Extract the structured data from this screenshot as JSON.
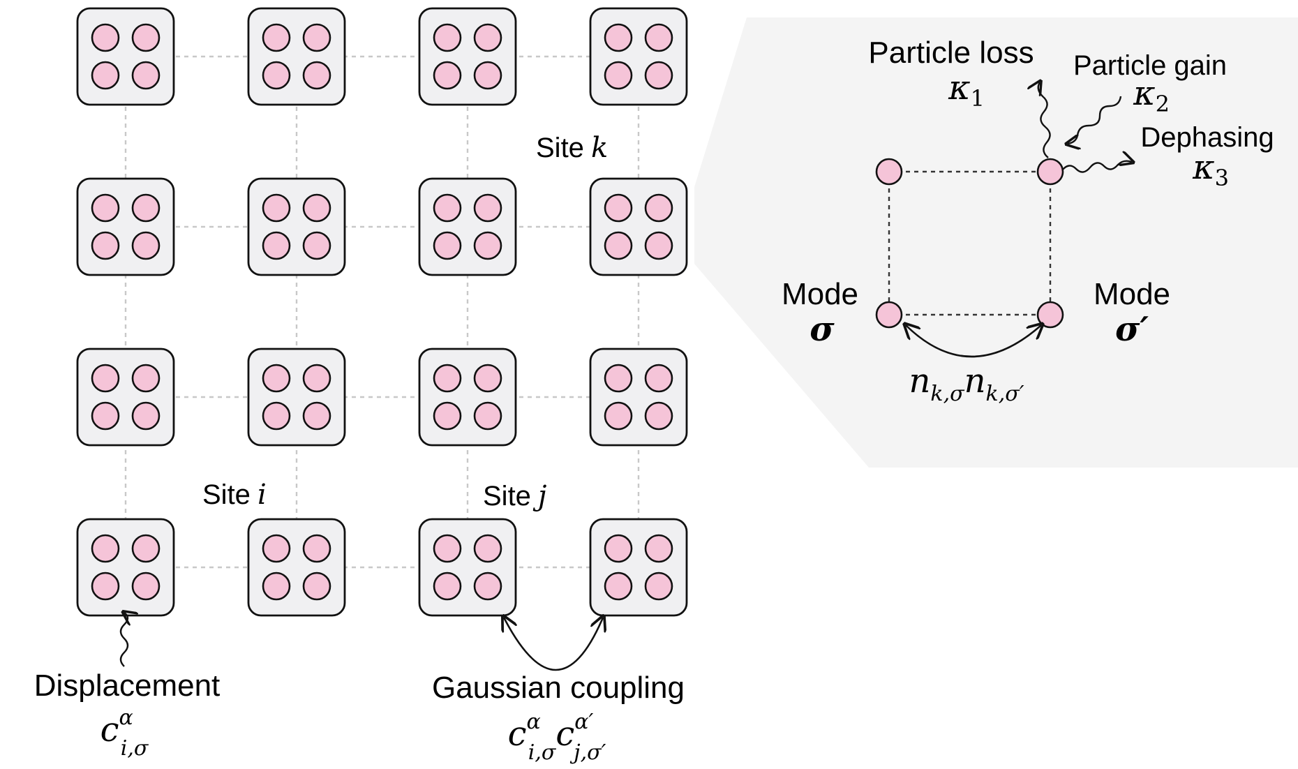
{
  "grid": {
    "rows": 4,
    "cols": 4,
    "modes_per_site": 4,
    "site_fill": "#f0f0f2",
    "mode_fill": "#f5c4d8",
    "outline": "#111111",
    "lattice_line": "#c8c8c8"
  },
  "site_labels": {
    "k": {
      "word": "Site",
      "index": "k"
    },
    "i": {
      "word": "Site",
      "index": "i"
    },
    "j": {
      "word": "Site",
      "index": "j"
    }
  },
  "displacement": {
    "label": "Displacement",
    "symbol": "c",
    "sup": "α",
    "sub": "i,σ"
  },
  "gaussian_coupling": {
    "label": "Gaussian coupling",
    "sym1": "c",
    "sup1": "α",
    "sub1": "i,σ",
    "sym2": "c",
    "sup2": "α′",
    "sub2": "j,σ′"
  },
  "zoom_panel": {
    "background": "#f4f4f4",
    "particle_loss": {
      "label": "Particle loss",
      "symbol": "κ",
      "sub": "1"
    },
    "particle_gain": {
      "label": "Particle gain",
      "symbol": "κ",
      "sub": "2"
    },
    "dephasing": {
      "label": "Dephasing",
      "symbol": "κ",
      "sub": "3"
    },
    "mode_left": {
      "label": "Mode",
      "symbol": "σ"
    },
    "mode_right": {
      "label": "Mode",
      "symbol": "σ′"
    },
    "interaction": {
      "sym1": "n",
      "sub1": "k,σ",
      "sym2": "n",
      "sub2": "k,σ′"
    }
  }
}
